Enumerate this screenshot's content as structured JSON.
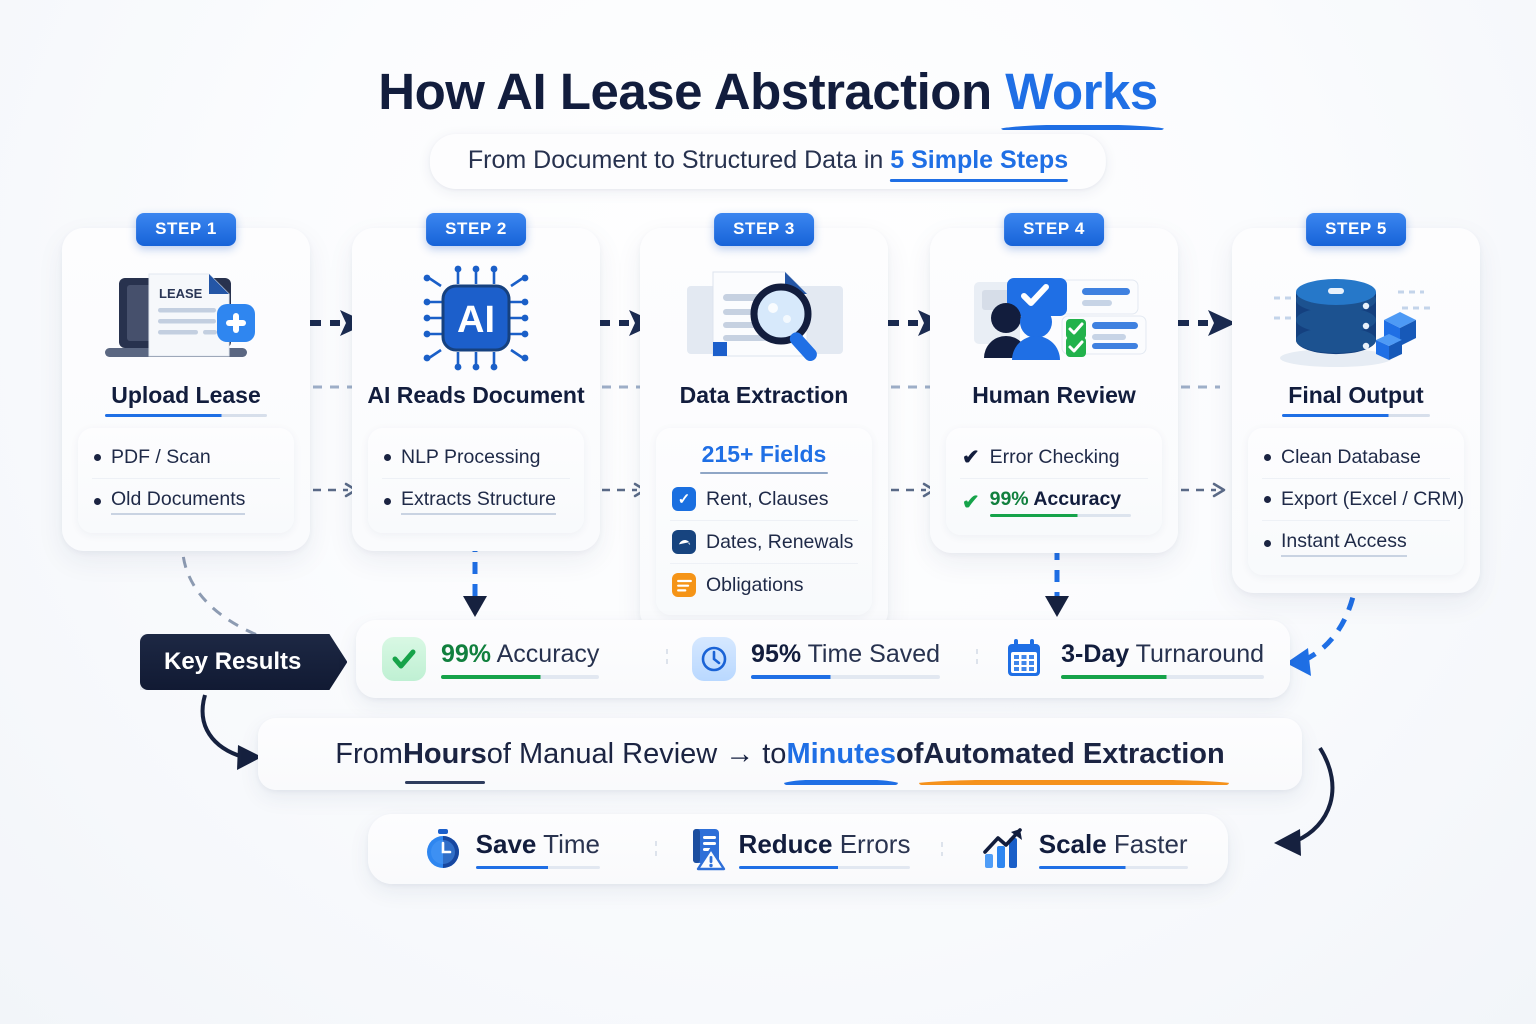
{
  "header": {
    "title_main": "How AI Lease Abstraction ",
    "title_highlight": "Works",
    "subtitle_pre": "From Document to Structured Data in ",
    "subtitle_highlight": "5 Simple Steps"
  },
  "steps": [
    {
      "badge": "STEP 1",
      "title": "Upload Lease",
      "art_icon": "laptop-document-upload-icon",
      "art_label": "LEASE",
      "items": [
        {
          "icon": "bullet-dot",
          "text": "PDF / Scan"
        },
        {
          "icon": "bullet-dot",
          "text": "Old Documents"
        }
      ]
    },
    {
      "badge": "STEP 2",
      "title": "AI Reads Document",
      "art_icon": "ai-chip-icon",
      "art_label": "AI",
      "items": [
        {
          "icon": "bullet-dot",
          "text": "NLP Processing"
        },
        {
          "icon": "bullet-dot",
          "text": "Extracts Structure"
        }
      ]
    },
    {
      "badge": "STEP 3",
      "title": "Data Extraction",
      "art_icon": "document-magnifier-icon",
      "fields_heading": "215+ Fields",
      "items": [
        {
          "icon": "checkbox-blue-icon",
          "text": "Rent, Clauses"
        },
        {
          "icon": "calendar-navy-icon",
          "text": "Dates, Renewals"
        },
        {
          "icon": "list-orange-icon",
          "text": "Obligations"
        }
      ]
    },
    {
      "badge": "STEP 4",
      "title": "Human Review",
      "art_icon": "people-checklist-icon",
      "items": [
        {
          "icon": "check-dark-icon",
          "text": "Error Checking"
        },
        {
          "icon": "check-green-icon",
          "pct": "99%",
          "label": " Accuracy"
        }
      ]
    },
    {
      "badge": "STEP 5",
      "title": "Final Output",
      "art_icon": "database-cubes-icon",
      "items": [
        {
          "icon": "bullet-dot",
          "text": "Clean Database"
        },
        {
          "icon": "bullet-dot",
          "text": "Export (Excel / CRM)"
        },
        {
          "icon": "bullet-dot",
          "text": "Instant Access"
        }
      ]
    }
  ],
  "key_results": {
    "tag": "Key Results",
    "items": [
      {
        "icon": "check-green-icon",
        "num": "99%",
        "label": " Accuracy"
      },
      {
        "icon": "clock-icon",
        "num": "95%",
        "label": " Time Saved"
      },
      {
        "icon": "calendar-icon",
        "num": "3-Day",
        "label": " Turnaround"
      }
    ]
  },
  "transform": {
    "p1": "From ",
    "hours": "Hours",
    "p2": " of Manual Review ",
    "arrow": "→",
    "p3": " to ",
    "minutes": "Minutes",
    "p4": " of ",
    "automated": "Automated Extraction"
  },
  "benefits": [
    {
      "icon": "stopwatch-icon",
      "bold": "Save",
      "rest": " Time"
    },
    {
      "icon": "document-alert-icon",
      "bold": "Reduce",
      "rest": " Errors"
    },
    {
      "icon": "growth-chart-icon",
      "bold": "Scale",
      "rest": " Faster"
    }
  ],
  "colors": {
    "brand_blue": "#1f6fe5",
    "navy": "#121d3d",
    "green": "#16a34a",
    "orange": "#f5921c"
  }
}
